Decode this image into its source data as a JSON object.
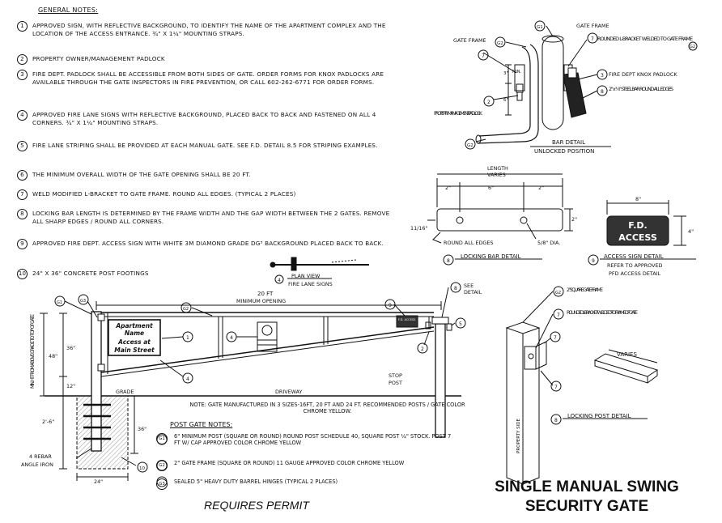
{
  "general_notes_title": "GENERAL NOTES:",
  "notes": [
    {
      "num": "1",
      "text": "APPROVED SIGN, WITH REFLECTIVE BACKGROUND, TO IDENTIFY THE NAME OF THE APARTMENT COMPLEX AND THE LOCATION OF THE ACCESS ENTRANCE.  ¾\" X 1¼\" MOUNTING STRAPS."
    },
    {
      "num": "2",
      "text": "PROPERTY OWNER/MANAGEMENT PADLOCK"
    },
    {
      "num": "3",
      "text": "FIRE DEPT. PADLOCK SHALL BE ACCESSIBLE FROM BOTH SIDES OF GATE.  ORDER FORMS FOR KNOX PADLOCKS ARE AVAILABLE THROUGH THE GATE INSPECTORS IN FIRE PREVENTION, OR CALL 602-262-6771 FOR ORDER FORMS."
    },
    {
      "num": "4",
      "text": "APPROVED FIRE LANE SIGNS WITH REFLECTIVE BACKGROUND, PLACED BACK TO BACK AND FASTENED ON ALL 4 CORNERS.  ¾\" X 1¼\" MOUNTING STRAPS."
    },
    {
      "num": "5",
      "text": "FIRE LANE STRIPING SHALL BE PROVIDED AT EACH MANUAL GATE.  SEE F.D. DETAIL 8.5 FOR STRIPING EXAMPLES."
    },
    {
      "num": "6",
      "text": "THE MINIMUM OVERALL WIDTH OF THE GATE OPENING SHALL BE 20 FT."
    },
    {
      "num": "7",
      "text": "WELD MODIFIED L-BRACKET TO GATE FRAME. ROUND ALL EDGES. (TYPICAL 2 PLACES)"
    },
    {
      "num": "8",
      "text": "LOCKING BAR LENGTH IS DETERMINED BY THE FRAME WIDTH AND THE GAP WIDTH BETWEEN THE 2 GATES.  REMOVE ALL SHARP EDGES / ROUND ALL CORNERS."
    },
    {
      "num": "9",
      "text": "APPROVED FIRE DEPT. ACCESS SIGN WITH WHITE 3M DIAMOND GRADE DG³ BACKGROUND PLACED BACK TO BACK."
    },
    {
      "num": "10",
      "text": "24\" X 36\" CONCRETE POST FOOTINGS"
    }
  ],
  "bar_detail": {
    "gate_frame_left": "GATE FRAME",
    "gate_frame_right": "GATE FRAME",
    "bracket": "ROUNDED L-BRACKET WELDED TO GATE FRAME",
    "knox": "FIRE DEPT KNOX PADLOCK",
    "steel_bar": "2\" x ⅜\" STEEL BAR ROUND ALL EDGES",
    "mgmt_padlock": "PROPERTY MANAGEMENT PADLOCK",
    "title": "BAR DETAIL",
    "subtitle": "UNLOCKED POSITION",
    "dim_min": "MIN.",
    "dim_3": "3\"",
    "dim_6": "6\"",
    "tags": [
      "G2",
      "G1",
      "7",
      "G2",
      "3",
      "8",
      "2",
      "G2",
      "7"
    ]
  },
  "locking_bar": {
    "length": "LENGTH",
    "varies": "VARIES",
    "d2a": "2\"",
    "d6": "6\"",
    "d2b": "2\"",
    "d2h": "2\"",
    "d1116": "11/16\"",
    "round": "ROUND ALL EDGES",
    "dia": "5/8\" DIA.",
    "title": "LOCKING BAR DETAIL",
    "num": "8"
  },
  "access_sign": {
    "w": "8\"",
    "h": "4\"",
    "line1": "F.D.",
    "line2": "ACCESS",
    "title": "ACCESS SIGN DETAIL",
    "sub1": "REFER TO APPROVED",
    "sub2": "PFD ACCESS DETAIL",
    "num": "9"
  },
  "plan_view": {
    "title": "PLAN VIEW",
    "sub": "FIRE LANE SIGNS",
    "num": "4"
  },
  "elevation": {
    "sign_text": [
      "Apartment",
      "Name",
      "Access at",
      "Main Street"
    ],
    "opening_ft": "20 FT",
    "opening": "MINIMUM OPENING",
    "see": "SEE",
    "detail": "DETAIL",
    "min_ht": "MIN. HT FROM ABOVE GRADE TO TOP OF GATE",
    "d36a": "36\"",
    "d48": "48\"",
    "d12": "12\"",
    "d26": "2'-6\"",
    "d36b": "36\"",
    "d24": "24\"",
    "grade": "GRADE",
    "driveway": "DRIVEWAY",
    "stop1": "STOP",
    "stop2": "POST",
    "rebar": "4 REBAR",
    "angle": "ANGLE IRON",
    "fd_small": "F.D. ACCESS",
    "tags": {
      "g1": "G1",
      "g3": "G3",
      "g2": "G2",
      "n1": "1",
      "n4a": "4",
      "n4b": "4",
      "n9": "9",
      "n8": "8",
      "n5": "5",
      "n2": "2",
      "n10": "10"
    }
  },
  "manufactured_note": "NOTE: GATE MANUFACTURED IN 3 SIZES-16FT, 20 FT AND 24 FT. RECOMMENDED POSTS / GATE COLOR CHROME YELLOW.",
  "post_gate_title": "POST GATE NOTES:",
  "post_notes": [
    {
      "num": "G1",
      "text": "6\" MINIMUM POST (SQUARE OR ROUND) ROUND POST SCHEDULE 40, SQUARE POST ¼\" STOCK.  POST 7 FT W/ CAP APPROVED COLOR CHROME YELLOW"
    },
    {
      "num": "G2",
      "text": "2\" GATE FRAME (SQUARE OR ROUND) 11 GAUGE APPROVED COLOR CHROME YELLOW"
    },
    {
      "num": "G3",
      "text": "SEALED 5\" HEAVY DUTY BARREL HINGES (TYPICAL 2 PLACES)"
    }
  ],
  "locking_post": {
    "square": "2\" SQUARE GATE FRAME",
    "bracket": "ROUNDED L-BRACKET WELDED TO FRAME OF GATE",
    "varies": "VARIES",
    "property_side": "PROPERTY SIDE",
    "title": "LOCKING POST DETAIL",
    "num": "8",
    "g2": "G2",
    "n7a": "7",
    "n7b": "7",
    "n7c": "7"
  },
  "title_line1": "SINGLE MANUAL SWING",
  "title_line2": "SECURITY GATE",
  "requires": "REQUIRES PERMIT"
}
